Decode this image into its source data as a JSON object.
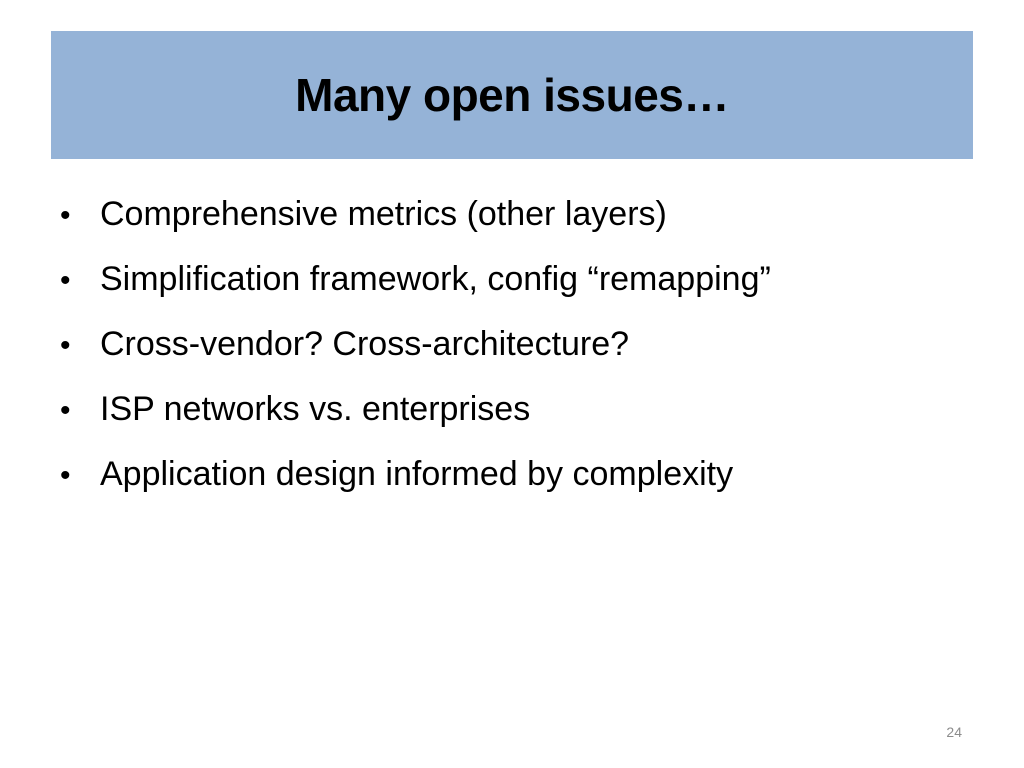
{
  "slide": {
    "title": "Many open issues…",
    "bullet_symbol": "•",
    "bullets": [
      "Comprehensive metrics (other layers)",
      "Simplification framework, config “remapping”",
      "Cross-vendor? Cross-architecture?",
      "ISP networks vs. enterprises",
      "Application design informed by complexity"
    ],
    "page_number": "24",
    "colors": {
      "title_bar": "#95b3d7",
      "text": "#000000",
      "page_number": "#8c8c8c"
    }
  }
}
